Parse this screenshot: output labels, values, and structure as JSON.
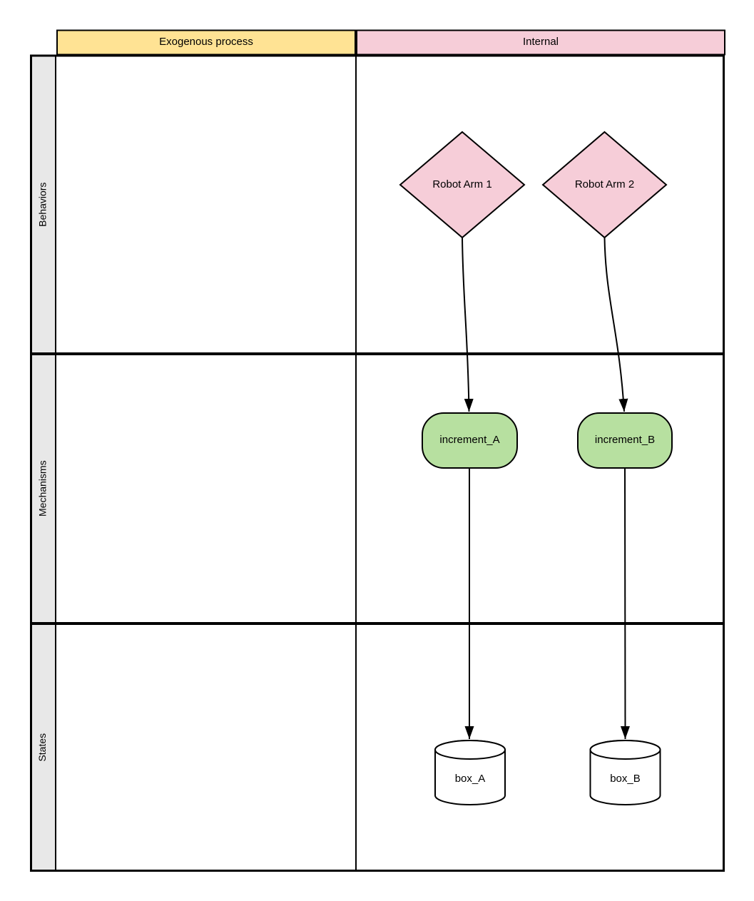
{
  "diagram": {
    "kind": "swimlane-matrix-flowchart",
    "column_headers": [
      {
        "label": "Exogenous process",
        "fill": "#ffe394"
      },
      {
        "label": "Internal",
        "fill": "#f6cdd8"
      }
    ],
    "row_headers": [
      {
        "label": "Behaviors"
      },
      {
        "label": "Mechanisms"
      },
      {
        "label": "States"
      }
    ],
    "lane_fill": "#e8e8e8",
    "stroke_color": "#000000",
    "text_color": "#000000",
    "nodes": {
      "behaviors_internal": [
        {
          "label": "Robot Arm 1",
          "shape": "diamond",
          "fill": "#f6cdd8"
        },
        {
          "label": "Robot Arm 2",
          "shape": "diamond",
          "fill": "#f6cdd8"
        }
      ],
      "mechanisms_internal": [
        {
          "label": "increment_A",
          "shape": "rounded-rectangle",
          "fill": "#b7e0a0"
        },
        {
          "label": "increment_B",
          "shape": "rounded-rectangle",
          "fill": "#b7e0a0"
        }
      ],
      "states_internal": [
        {
          "label": "box_A",
          "shape": "cylinder",
          "fill": "#ffffff"
        },
        {
          "label": "box_B",
          "shape": "cylinder",
          "fill": "#ffffff"
        }
      ]
    },
    "edges": [
      {
        "from": "Robot Arm 1",
        "to": "increment_A",
        "style": "curved",
        "arrowhead": "filled-triangle"
      },
      {
        "from": "Robot Arm 2",
        "to": "increment_B",
        "style": "curved",
        "arrowhead": "filled-triangle"
      },
      {
        "from": "increment_A",
        "to": "box_A",
        "style": "straight",
        "arrowhead": "filled-triangle"
      },
      {
        "from": "increment_B",
        "to": "box_B",
        "style": "straight",
        "arrowhead": "filled-triangle"
      }
    ]
  }
}
